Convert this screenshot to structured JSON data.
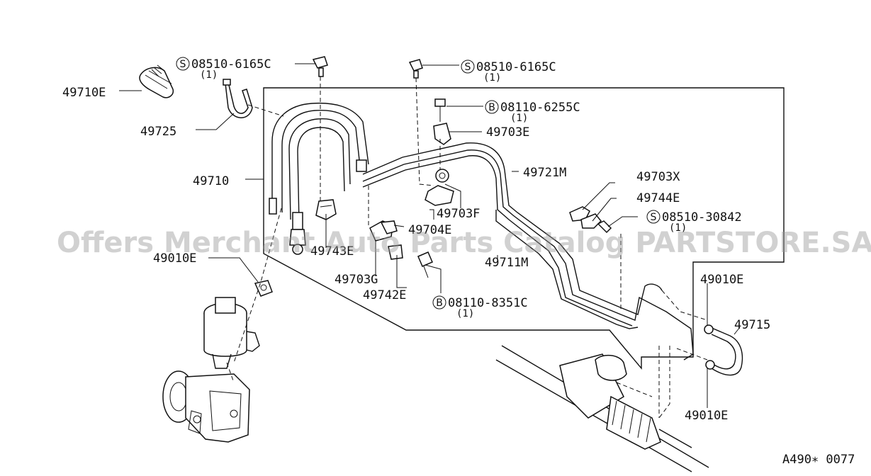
{
  "watermark": "Offers Merchant Auto Parts Catalog PARTSTORE.SA",
  "figure_code": "A490∗ 0077",
  "labels": {
    "p49710E": "49710E",
    "p49725": "49725",
    "p49710": "49710",
    "p49010E_left": "49010E",
    "p49743E": "49743E",
    "p49703G": "49703G",
    "p49742E": "49742E",
    "p49704E": "49704E",
    "p49703F": "49703F",
    "p49703E": "49703E",
    "p49721M": "49721M",
    "p49711M": "49711M",
    "p49703X": "49703X",
    "p49744E": "49744E",
    "p49010E_right_top": "49010E",
    "p49715": "49715",
    "p49010E_right_bottom": "49010E"
  },
  "fasteners": [
    {
      "symbol": "S",
      "code": "08510-6165C",
      "qty": "(1)"
    },
    {
      "symbol": "S",
      "code": "08510-6165C",
      "qty": "(1)"
    },
    {
      "symbol": "B",
      "code": "08110-6255C",
      "qty": "(1)"
    },
    {
      "symbol": "S",
      "code": "08510-30842",
      "qty": "(1)"
    },
    {
      "symbol": "B",
      "code": "08110-8351C",
      "qty": "(1)"
    }
  ]
}
